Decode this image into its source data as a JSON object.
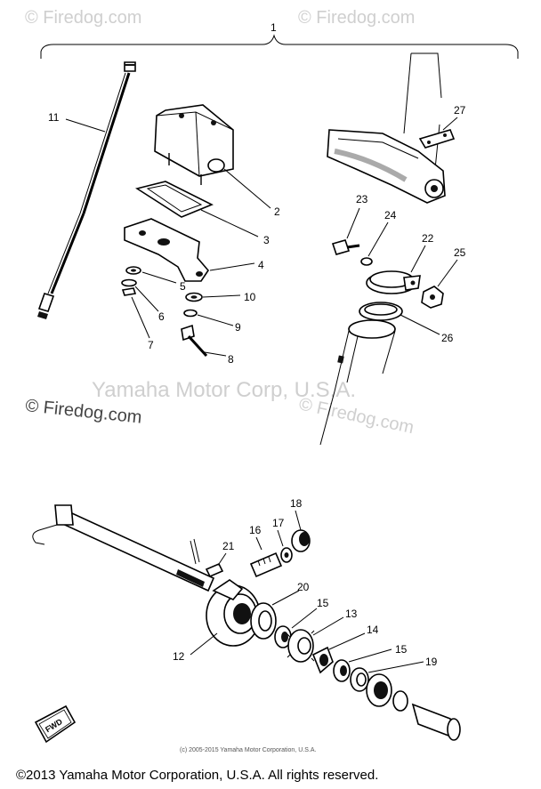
{
  "watermarks": {
    "corner_left": "© Firedog.com",
    "corner_right": "© Firedog.com",
    "center_owner": "Yamaha Motor Corp, U.S.A.",
    "left_mid": "© Firedog.com",
    "right_mid": "© Firedog.com"
  },
  "fine_print": "(c) 2005-2015 Yamaha Motor Corporation, U.S.A.",
  "copyright": "©2013 Yamaha Motor Corporation, U.S.A. All rights reserved.",
  "fwd_badge": "FWD",
  "callouts": {
    "p1": "1",
    "p2": "2",
    "p3": "3",
    "p4": "4",
    "p5": "5",
    "p6": "6",
    "p7": "7",
    "p8": "8",
    "p9": "9",
    "p10": "10",
    "p11": "11",
    "p12": "12",
    "p13": "13",
    "p14": "14",
    "p15a": "15",
    "p15b": "15",
    "p16": "16",
    "p17": "17",
    "p18": "18",
    "p19": "19",
    "p20": "20",
    "p21": "21",
    "p22": "22",
    "p23": "23",
    "p24": "24",
    "p25": "25",
    "p26": "26",
    "p27": "27"
  }
}
